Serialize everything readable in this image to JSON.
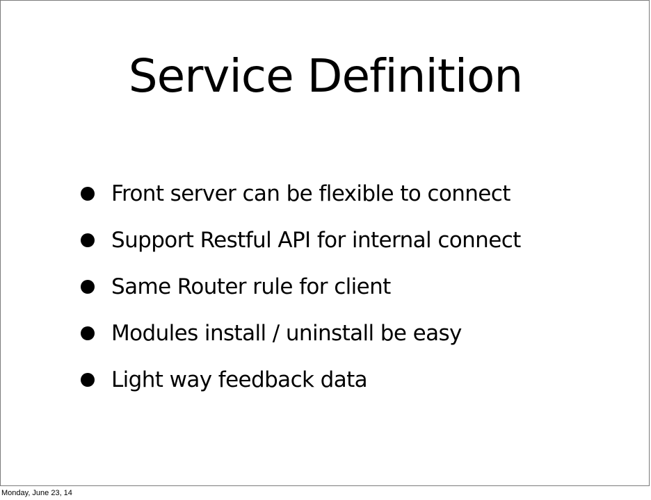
{
  "slide": {
    "title": "Service Definition",
    "bullets": [
      "Front server can be flexible to connect",
      "Support Restful API for internal connect",
      "Same Router rule for client",
      "Modules install / uninstall be easy",
      "Light way feedback data"
    ]
  },
  "footer": {
    "date": "Monday, June 23, 14"
  }
}
